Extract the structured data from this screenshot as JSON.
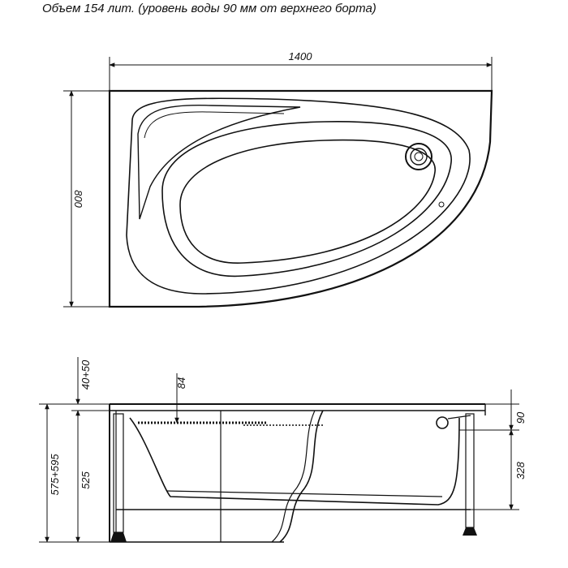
{
  "title": "Объем 154 лит. (уровень воды 90 мм от верхнего борта)",
  "dimensions": {
    "top_width": "1400",
    "top_depth": "800",
    "rim_height": "40+50",
    "seat_depth": "84",
    "rim_to_water": "90",
    "inner_depth": "328",
    "frame_height": "525",
    "total_height": "575+595"
  }
}
